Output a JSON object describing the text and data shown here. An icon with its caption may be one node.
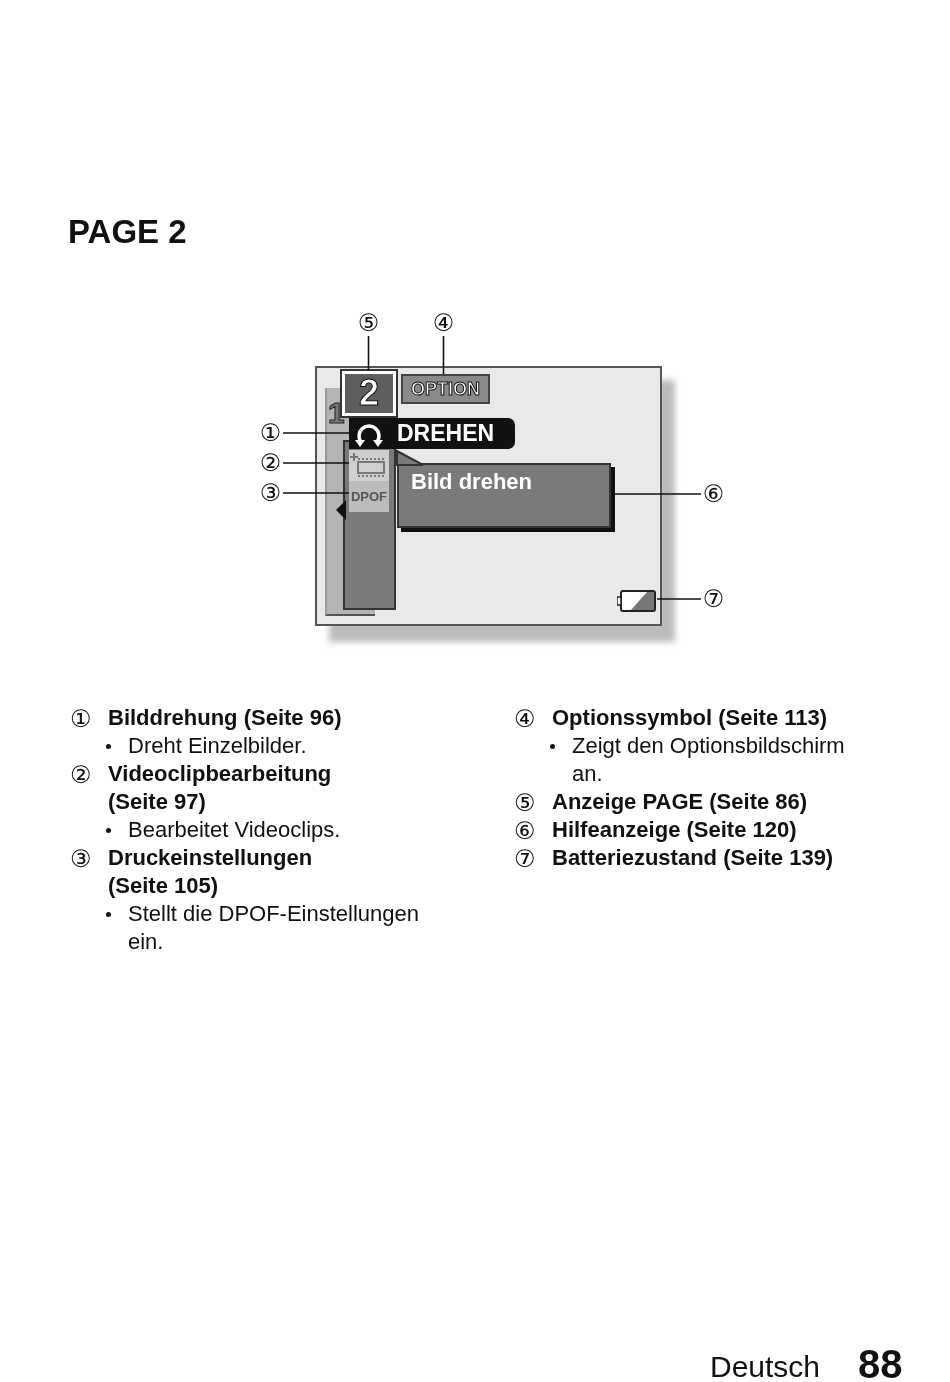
{
  "diagram": {
    "title": "PAGE 2",
    "nodes": [
      {
        "text": [
          "⑤"
        ]
      },
      {
        "text": [
          "④"
        ]
      },
      {
        "text": [
          "①"
        ]
      },
      {
        "text": [
          "②"
        ]
      },
      {
        "text": [
          "③"
        ]
      },
      {
        "text": [
          "⑥"
        ]
      },
      {
        "text": [
          "⑦"
        ]
      },
      {
        "text": [
          "2"
        ]
      },
      {
        "text": [
          "OPTION"
        ]
      },
      {
        "text": [
          "DREHEN"
        ]
      },
      {
        "text": [],
        "shape": "icon",
        "in": 9
      },
      {
        "text": [],
        "shape": "icon"
      },
      {
        "text": [
          "DPOF"
        ]
      },
      {
        "text": [
          "Bild drehen"
        ]
      },
      {
        "text": [],
        "shape": "icon"
      }
    ],
    "edges": [
      {
        "from": 0,
        "to": 7,
        "arrow": "none"
      },
      {
        "from": 1,
        "to": 8,
        "arrow": "none"
      },
      {
        "from": 2,
        "to": 10,
        "arrow": "none"
      },
      {
        "from": 3,
        "to": 11,
        "arrow": "none"
      },
      {
        "from": 4,
        "to": 12,
        "arrow": "none"
      },
      {
        "from": 5,
        "to": 13,
        "arrow": "none"
      },
      {
        "from": 6,
        "to": 14,
        "arrow": "none"
      }
    ],
    "labels": [
      "1",
      "①",
      "Bilddrehung (Seite 96)",
      "Dreht Einzelbilder.",
      "②",
      "Videoclipbearbeitung (Seite 97)",
      "Bearbeitet Videoclips.",
      "③",
      "Druckeinstellungen (Seite 105)",
      "Stellt die DPOF-Einstellungen ein.",
      "④",
      "Optionssymbol (Seite 113)",
      "Zeigt den Optionsbildschirm an.",
      "⑤",
      "Anzeige PAGE (Seite 86)",
      "⑥",
      "Hilfeanzeige (Seite 120)",
      "⑦",
      "Batteriezustand (Seite 139)",
      "Deutsch",
      "88"
    ]
  }
}
